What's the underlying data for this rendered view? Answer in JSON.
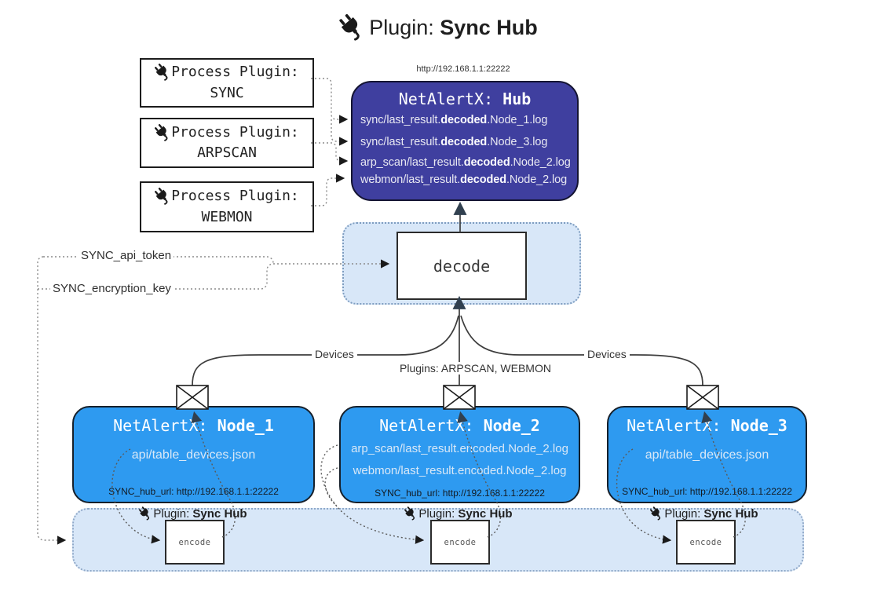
{
  "title": {
    "prefix": "Plugin: ",
    "name": "Sync Hub"
  },
  "process_plugins": [
    {
      "label": "Process Plugin:",
      "name": "SYNC"
    },
    {
      "label": "Process Plugin:",
      "name": "ARPSCAN"
    },
    {
      "label": "Process Plugin:",
      "name": "WEBMON"
    }
  ],
  "hub": {
    "url": "http://192.168.1.1:22222",
    "title_prefix": "NetAlertX: ",
    "title_name": "Hub",
    "logs": [
      {
        "pre": "sync/last_result.",
        "bold": "decoded",
        "post": ".Node_1.log"
      },
      {
        "pre": "sync/last_result.",
        "bold": "decoded",
        "post": ".Node_3.log"
      },
      {
        "pre": "arp_scan/last_result.",
        "bold": "decoded",
        "post": ".Node_2.log"
      },
      {
        "pre": "webmon/last_result.",
        "bold": "decoded",
        "post": ".Node_2.log"
      }
    ]
  },
  "decode": {
    "label": "decode"
  },
  "secrets": {
    "api_token": "SYNC_api_token",
    "encryption_key": "SYNC_encryption_key"
  },
  "edge_labels": {
    "devices_left": "Devices",
    "plugins_center": "Plugins: ARPSCAN, WEBMON",
    "devices_right": "Devices"
  },
  "nodes": [
    {
      "title_prefix": "NetAlertX: ",
      "title_name": "Node_1",
      "files": [
        "api/table_devices.json"
      ],
      "hub_url": "SYNC_hub_url: http://192.168.1.1:22222"
    },
    {
      "title_prefix": "NetAlertX: ",
      "title_name": "Node_2",
      "files": [
        "arp_scan/last_result.encoded.Node_2.log",
        "webmon/last_result.encoded.Node_2.log"
      ],
      "hub_url": "SYNC_hub_url: http://192.168.1.1:22222"
    },
    {
      "title_prefix": "NetAlertX: ",
      "title_name": "Node_3",
      "files": [
        "api/table_devices.json"
      ],
      "hub_url": "SYNC_hub_url: http://192.168.1.1:22222"
    }
  ],
  "encode_band": {
    "groups": [
      {
        "label_prefix": "Plugin: ",
        "label_name": "Sync Hub",
        "encode_label": "encode"
      },
      {
        "label_prefix": "Plugin: ",
        "label_name": "Sync Hub",
        "encode_label": "encode"
      },
      {
        "label_prefix": "Plugin: ",
        "label_name": "Sync Hub",
        "encode_label": "encode"
      }
    ]
  },
  "colors": {
    "hub_fill": "#3f3f9f",
    "node_fill": "#2e9af0",
    "panel_fill": "#d8e7f8",
    "panel_border": "#7e9dc0",
    "arrow_dark": "#31404f",
    "connector_gray": "#8c8c8c",
    "text_on_blue": "#e9eef7"
  }
}
